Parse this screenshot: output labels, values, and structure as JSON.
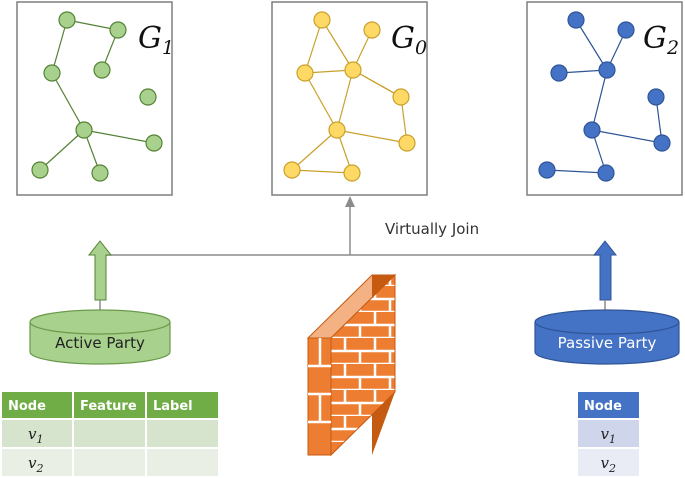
{
  "graphs": [
    {
      "id": "G1",
      "title_base": "G",
      "title_sub": "1",
      "color": "#a9d18e",
      "stroke": "#548235"
    },
    {
      "id": "G0",
      "title_base": "G",
      "title_sub": "0",
      "color": "#ffd966",
      "stroke": "#c9a12a"
    },
    {
      "id": "G2",
      "title_base": "G",
      "title_sub": "2",
      "color": "#4472c4",
      "stroke": "#2f5597"
    }
  ],
  "join_label": "Virtually Join",
  "parties": {
    "active": {
      "label": "Active Party",
      "color": "#a9d18e",
      "stroke": "#6a9a4a",
      "text_color": "#222222"
    },
    "passive": {
      "label": "Passive Party",
      "color": "#4472c4",
      "stroke": "#2f5597",
      "text_color": "#ffffff"
    }
  },
  "active_table": {
    "headers": [
      "Node",
      "Feature",
      "Label"
    ],
    "rows": [
      {
        "base": "v",
        "sub": "1"
      },
      {
        "base": "v",
        "sub": "2"
      }
    ],
    "header_color": "#70ad47",
    "row_colors": [
      "#d6e3cd",
      "#e9efe4"
    ]
  },
  "passive_table": {
    "headers": [
      "Node"
    ],
    "rows": [
      {
        "base": "v",
        "sub": "1"
      },
      {
        "base": "v",
        "sub": "2"
      }
    ],
    "header_color": "#4472c4",
    "row_colors": [
      "#cfd5ea",
      "#e9ebf5"
    ]
  },
  "icons": {
    "firewall": "firewall-icon",
    "database_active": "database-icon",
    "database_passive": "database-icon"
  }
}
